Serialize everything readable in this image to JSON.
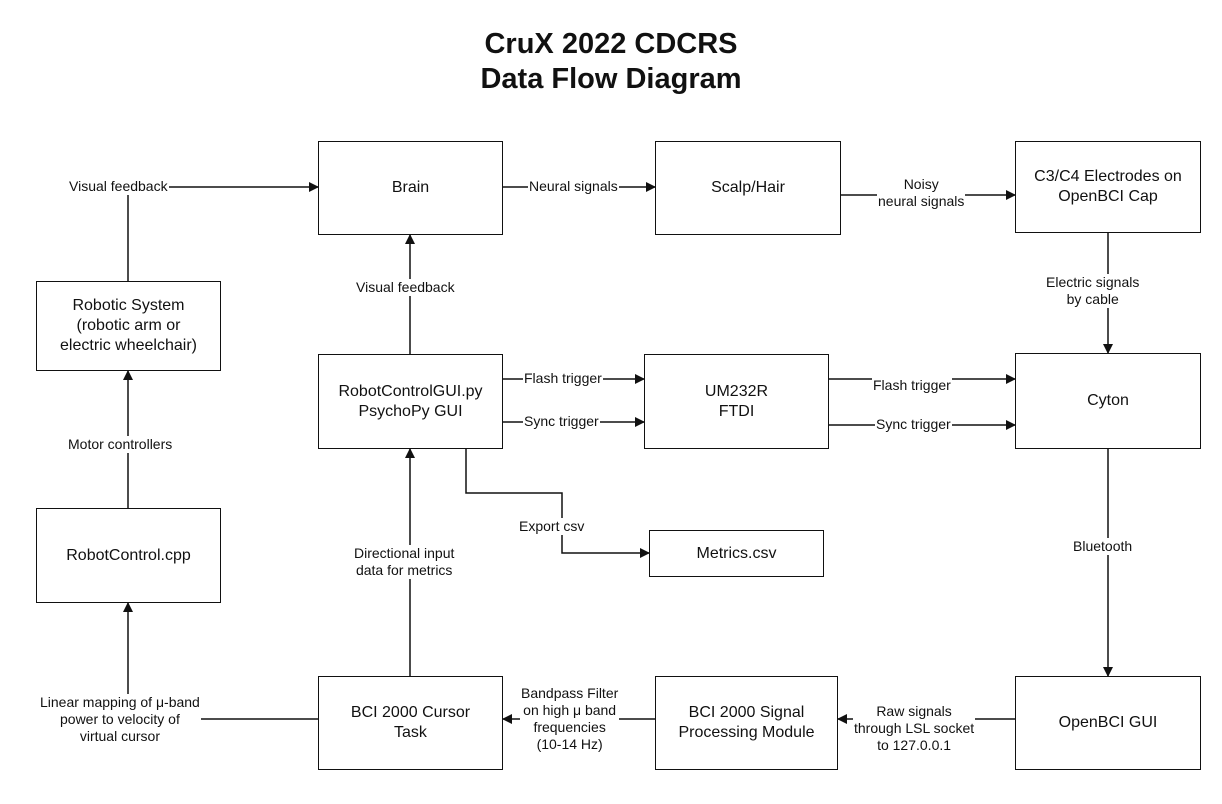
{
  "title": {
    "line1": "CruX 2022 CDCRS",
    "line2": "Data Flow Diagram"
  },
  "nodes": {
    "brain": "Brain",
    "scalp": "Scalp/Hair",
    "electrodes": "C3/C4 Electrodes on\nOpenBCI Cap",
    "robotic_system": "Robotic System\n(robotic arm or\nelectric wheelchair)",
    "gui": "RobotControlGUI.py\nPsychoPy GUI",
    "ftdi": "UM232R\nFTDI",
    "cyton": "Cyton",
    "robot_control": "RobotControl.cpp",
    "metrics": "Metrics.csv",
    "cursor_task": "BCI 2000 Cursor\nTask",
    "signal_processing": "BCI 2000 Signal\nProcessing Module",
    "openbci_gui": "OpenBCI GUI"
  },
  "edges": {
    "visual_feedback_top": "Visual feedback",
    "neural_signals": "Neural signals",
    "noisy_neural_signals": "Noisy\nneural signals",
    "electric_signals": "Electric signals\nby cable",
    "visual_feedback_gui": "Visual feedback",
    "motor_controllers": "Motor controllers",
    "flash_trigger_1": "Flash trigger",
    "sync_trigger_1": "Sync trigger",
    "flash_trigger_2": "Flash trigger",
    "sync_trigger_2": "Sync trigger",
    "export_csv": "Export csv",
    "bluetooth": "Bluetooth",
    "directional_input": "Directional input\ndata for metrics",
    "linear_mapping": "Linear mapping of μ-band\npower to velocity of\nvirtual cursor",
    "bandpass_filter": "Bandpass Filter\non high μ band\nfrequencies\n(10-14 Hz)",
    "raw_signals": "Raw signals\nthrough LSL socket\nto 127.0.0.1"
  }
}
